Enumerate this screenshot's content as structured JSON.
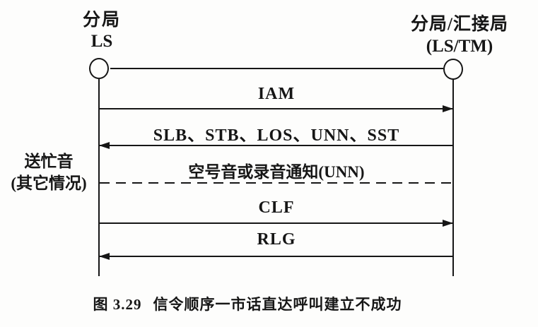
{
  "figure": {
    "left_entity": {
      "name": "分局",
      "code": "LS"
    },
    "right_entity": {
      "name": "分局/汇接局",
      "code": "(LS/TM)"
    },
    "side_note": {
      "line1": "送忙音",
      "line2": "(其它情况)"
    },
    "messages": [
      {
        "label": "IAM",
        "direction": "left-to-right",
        "line_style": "solid"
      },
      {
        "label": "SLB、STB、LOS、UNN、SST",
        "direction": "right-to-left",
        "line_style": "solid"
      },
      {
        "label": "空号音或录音通知(UNN)",
        "direction": "none",
        "line_style": "dashed"
      },
      {
        "label": "CLF",
        "direction": "left-to-right",
        "line_style": "solid"
      },
      {
        "label": "RLG",
        "direction": "right-to-left",
        "line_style": "solid"
      }
    ],
    "caption": {
      "label": "图 3.29",
      "title": "信令顺序一市话直达呼叫建立不成功"
    }
  },
  "colors": {
    "ink": "#161616",
    "paper": "#fdfdfc"
  }
}
